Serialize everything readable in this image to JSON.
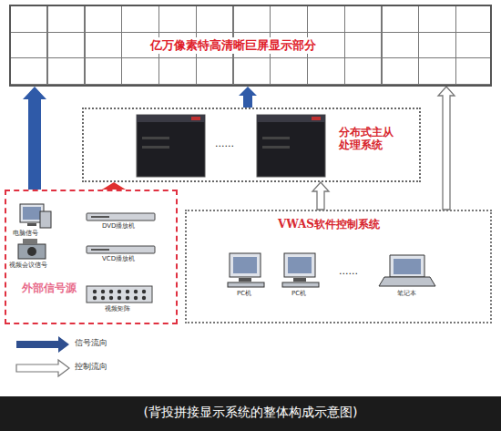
{
  "diagram": {
    "caption": "(背投拼接显示系统的整体构成示意图)",
    "nodes": [
      {
        "text": [
          "亿万像素特高清晰巨屏显示部分"
        ]
      },
      {
        "text": [
          "分布式主从处理系统"
        ]
      },
      {
        "text": [
          "外部信号源"
        ]
      },
      {
        "text": [
          "VWAS软件控制系统"
        ]
      }
    ],
    "edges": [
      {
        "from": 2,
        "to": 0,
        "arrow": "to"
      },
      {
        "from": 2,
        "to": 1,
        "arrow": "to"
      },
      {
        "from": 1,
        "to": 0,
        "arrow": "to"
      },
      {
        "from": 3,
        "to": 1,
        "arrow": "to"
      },
      {
        "from": 3,
        "to": 0,
        "arrow": "to"
      }
    ],
    "labels": [
      "电脑信号",
      "视频会议信号",
      "DVD播放机",
      "VCD播放机",
      "视频矩阵",
      "......",
      "PC机",
      "PC机",
      "......",
      "笔记本"
    ],
    "legend": [
      {
        "text": "信号流向"
      },
      {
        "text": "控制流向"
      }
    ]
  }
}
